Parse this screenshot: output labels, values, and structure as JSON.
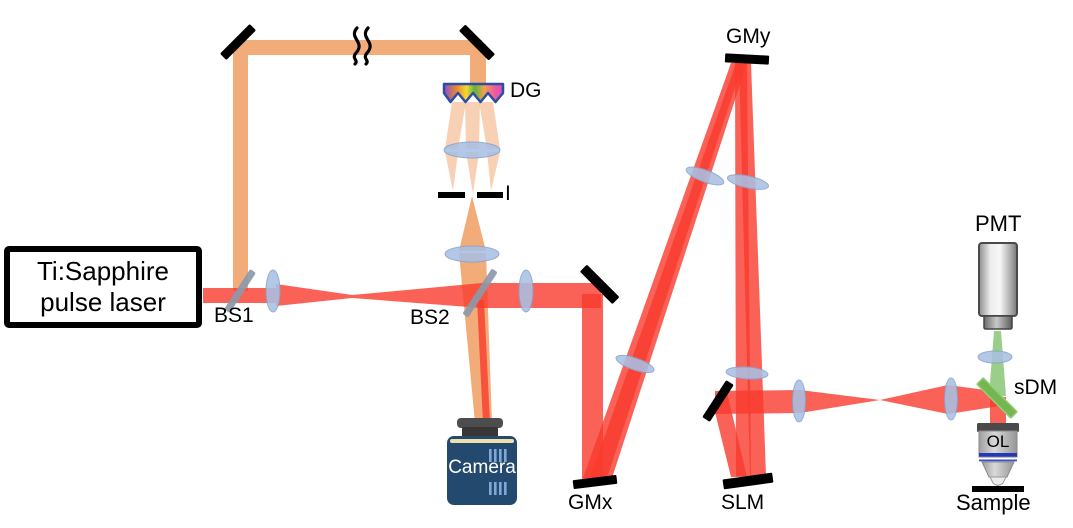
{
  "diagram": {
    "laser": {
      "line1": "Ti:Sapphire",
      "line2": "pulse laser"
    },
    "labels": {
      "bs1": "BS1",
      "bs2": "BS2",
      "dg": "DG",
      "iris": "I",
      "camera": "Camera",
      "gmx": "GMx",
      "gmy": "GMy",
      "slm": "SLM",
      "pmt": "PMT",
      "sdm": "sDM",
      "ol": "OL",
      "sample": "Sample"
    },
    "colors": {
      "beam_red": "#F93B2D",
      "beam_orange": "#F2AC79",
      "beam_green": "#8FC97C",
      "lens_blue": "#A9C0E4",
      "bs_gray": "#8C98AA",
      "sdm_green": "#72B74F",
      "camera_blue": "#24496E",
      "mirror_black": "#000000"
    }
  }
}
